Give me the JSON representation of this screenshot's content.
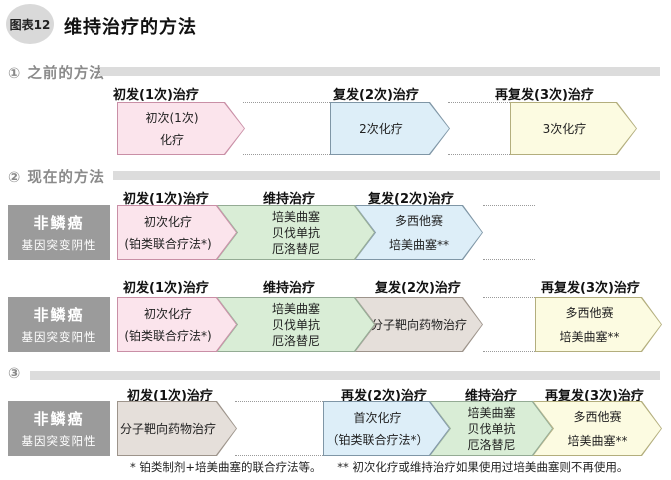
{
  "colors": {
    "pink_fill": "#fbe4ec",
    "pink_border": "#c98fa6",
    "blue_fill": "#ddeef8",
    "blue_border": "#7f96a6",
    "green_fill": "#d9edd6",
    "green_border": "#94ab94",
    "yellow_fill": "#fcfbe1",
    "yellow_border": "#b3ae7d",
    "tan_fill": "#e5dfda",
    "tan_border": "#9d948b",
    "row_label_bg": "#9b9b9b",
    "section_bar": "#dcdcdc",
    "badge_bg": "#d9d9d9"
  },
  "header": {
    "badge": "图表12",
    "title": "维持治疗的方法"
  },
  "section1": {
    "label": "① 之前的方法",
    "col1": "初发(1次)治疗",
    "col2": "复发(2次)治疗",
    "col3": "再复发(3次)治疗",
    "arrow1_line1": "初次(1次)",
    "arrow1_line2": "化疗",
    "arrow2": "2次化疗",
    "arrow3": "3次化疗"
  },
  "section2": {
    "label": "② 现在的方法",
    "rowA": {
      "tag_line1": "非鳞癌",
      "tag_line2": "基因突变阴性",
      "col1": "初发(1次)治疗",
      "col2": "维持治疗",
      "col3": "复发(2次)治疗",
      "pink_line1": "初次化疗",
      "pink_line2": "(铂类联合疗法*)",
      "green_line1": "培美曲塞",
      "green_line2": "贝伐单抗",
      "green_line3": "厄洛替尼",
      "blue_line1": "多西他赛",
      "blue_line2": "培美曲塞**"
    },
    "rowB": {
      "tag_line1": "非鳞癌",
      "tag_line2": "基因突变阳性",
      "col1": "初发(1次)治疗",
      "col2": "维持治疗",
      "col3": "复发(2次)治疗",
      "col4": "再复发(3次)治疗",
      "pink_line1": "初次化疗",
      "pink_line2": "(铂类联合疗法*)",
      "green_line1": "培美曲塞",
      "green_line2": "贝伐单抗",
      "green_line3": "厄洛替尼",
      "gray_line1": "分子靶向药物治疗",
      "yellow_line1": "多西他赛",
      "yellow_line2": "培美曲塞**"
    }
  },
  "section3": {
    "label": "③",
    "tag_line1": "非鳞癌",
    "tag_line2": "基因突变阳性",
    "col1": "初发(1次)治疗",
    "col2": "再发(2次)治疗",
    "col3": "维持治疗",
    "col4": "再复发(3次)治疗",
    "gray_line1": "分子靶向药物治疗",
    "blue_line1": "首次化疗",
    "blue_line2": "（铂类联合疗法*）",
    "green_line1": "培美曲塞",
    "green_line2": "贝伐单抗",
    "green_line3": "厄洛替尼",
    "yellow_line1": "多西他赛",
    "yellow_line2": "培美曲塞**"
  },
  "footnotes": {
    "note1": "* 铂类制剂+培美曲塞的联合疗法等。",
    "note2": "** 初次化疗或维持治疗如果使用过培美曲塞则不再使用。"
  }
}
